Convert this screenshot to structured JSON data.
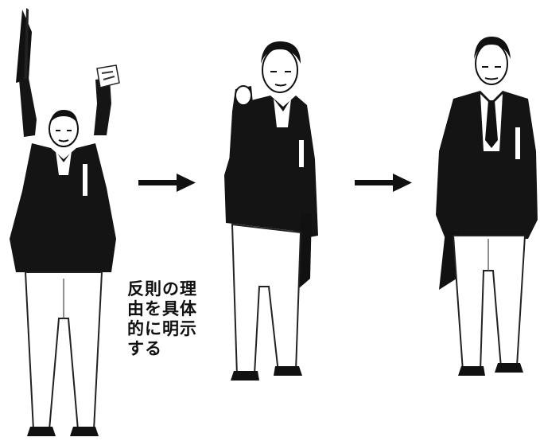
{
  "caption": {
    "lines": [
      "反則の理",
      "由を具体",
      "的に明示",
      "する"
    ]
  },
  "figures": [
    {
      "icon": "referee-arms-raised-figure"
    },
    {
      "icon": "referee-pointing-figure"
    },
    {
      "icon": "referee-standing-figure"
    }
  ],
  "arrows": [
    {
      "icon": "right-arrow-icon"
    },
    {
      "icon": "right-arrow-icon"
    }
  ],
  "colors": {
    "ink": "#111111",
    "suit": "#141414",
    "pants": "#ffffff",
    "background": "#ffffff"
  }
}
